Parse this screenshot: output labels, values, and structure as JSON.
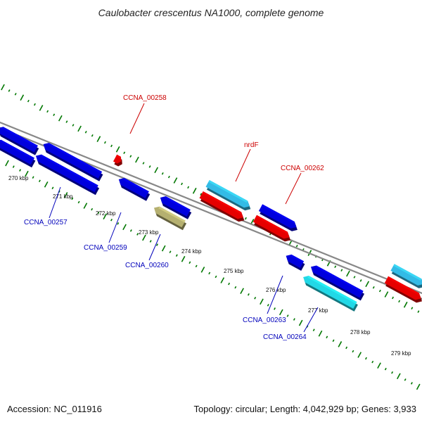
{
  "title": "Caulobacter crescentus NA1000, complete genome",
  "footer": {
    "accession": "Accession: NC_011916",
    "info": "Topology: circular; Length: 4,042,929 bp; Genes: 3,933"
  },
  "colors": {
    "forward_gene": "#e60000",
    "forward_gene_alt": "#33bbe6",
    "reverse_gene": "#0000dd",
    "reverse_gene_alt": "#22d8e6",
    "other_gene": "#b5b070",
    "label_forward": "#cc0000",
    "label_reverse": "#0000bb",
    "backbone": "#888888",
    "tick": "#007700"
  },
  "ticks": [
    "270 kbp",
    "271 kbp",
    "272 kbp",
    "273 kbp",
    "274 kbp",
    "275 kbp",
    "276 kbp",
    "277 kbp",
    "278 kbp",
    "279 kbp"
  ],
  "gene_labels": [
    {
      "text": "CCNA_00258",
      "strand": "forward"
    },
    {
      "text": "nrdF",
      "strand": "forward"
    },
    {
      "text": "CCNA_00262",
      "strand": "forward"
    },
    {
      "text": "CCNA_00257",
      "strand": "reverse"
    },
    {
      "text": "CCNA_00259",
      "strand": "reverse"
    },
    {
      "text": "CCNA_00260",
      "strand": "reverse"
    },
    {
      "text": "CCNA_00263",
      "strand": "reverse"
    },
    {
      "text": "CCNA_00264",
      "strand": "reverse"
    }
  ]
}
